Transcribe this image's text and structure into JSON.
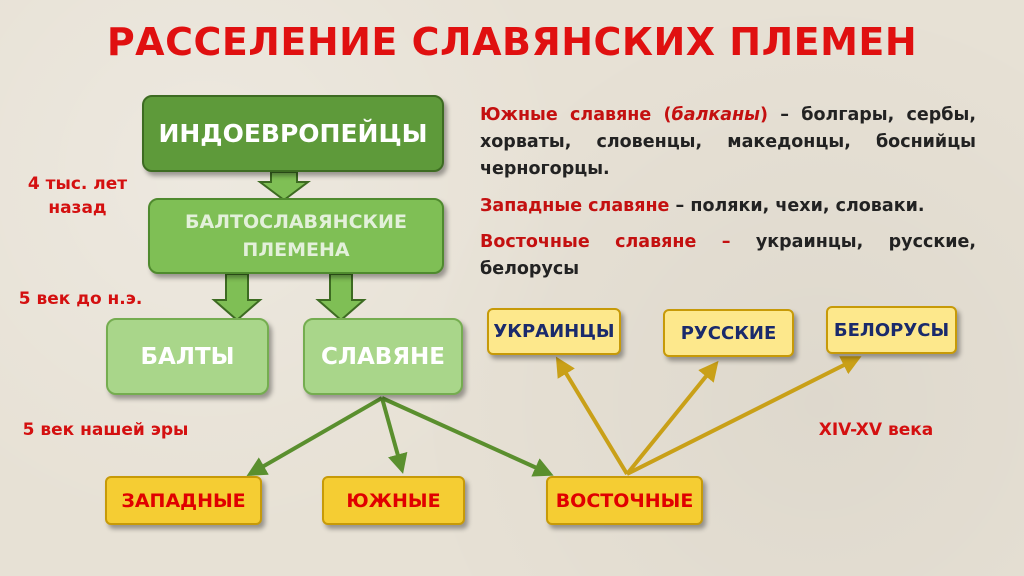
{
  "title": "РАССЕЛЕНИЕ СЛАВЯНСКИХ ПЛЕМЕН",
  "boxes": {
    "indo": "ИНДОЕВРОПЕЙЦЫ",
    "baltoslav_line1": "БАЛТОСЛАВЯНСКИЕ",
    "baltoslav_line2": "ПЛЕМЕНА",
    "balty": "БАЛТЫ",
    "slavyane": "СЛАВЯНЕ",
    "zapadnye": "ЗАПАДНЫЕ",
    "yuzhnye": "ЮЖНЫЕ",
    "vostochnye": "ВОСТОЧНЫЕ",
    "ukraintsy": "УКРАИНЦЫ",
    "russkie": "РУССКИЕ",
    "belorusy": "БЕЛОРУСЫ"
  },
  "labels": {
    "years4000_line1": "4 тыс. лет",
    "years4000_line2": "назад",
    "century5bc": "5 век до н.э.",
    "century5ad": "5 век нашей эры",
    "centuries14_15": "XIV-XV века"
  },
  "descriptions": {
    "south_head": "Южные славяне",
    "south_paren_open": " (",
    "south_balkans": "балканы",
    "south_paren_close": ")",
    "south_text": " – болгары, сербы, хорваты, словенцы, македонцы, боснийцы черногорцы.",
    "west_head": "Западные славяне",
    "west_text": " – поляки, чехи, словаки.",
    "east_head": "Восточные славяне –",
    "east_text": " украинцы, русские, белорусы"
  },
  "colors": {
    "title": "#e01010",
    "green_dark": "#5e9a3a",
    "green_mid": "#7fbf55",
    "green_light": "#a9d68a",
    "yellow": "#f5cd33",
    "yellow_light": "#fde88c",
    "arrow_green": "#5a8f2e",
    "arrow_gold": "#c9a018"
  }
}
